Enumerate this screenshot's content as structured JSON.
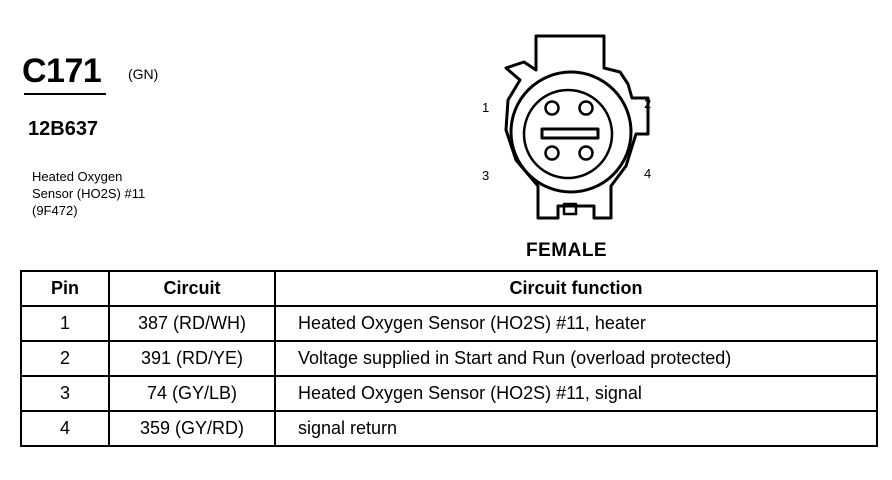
{
  "connector": {
    "code": "C171",
    "color": "(GN)",
    "part_number": "12B637",
    "description_lines": [
      "Heated Oxygen",
      "Sensor (HO2S) #11",
      "(9F472)"
    ],
    "gender": "FEMALE",
    "pin_labels": [
      "1",
      "2",
      "3",
      "4"
    ]
  },
  "table": {
    "headers": [
      "Pin",
      "Circuit",
      "Circuit function"
    ],
    "rows": [
      {
        "pin": "1",
        "circuit": "387 (RD/WH)",
        "function": "Heated Oxygen Sensor (HO2S) #11, heater"
      },
      {
        "pin": "2",
        "circuit": "391 (RD/YE)",
        "function": "Voltage supplied in Start and Run (overload protected)"
      },
      {
        "pin": "3",
        "circuit": "74 (GY/LB)",
        "function": "Heated Oxygen Sensor (HO2S) #11, signal"
      },
      {
        "pin": "4",
        "circuit": "359 (GY/RD)",
        "function": "signal return"
      }
    ]
  }
}
